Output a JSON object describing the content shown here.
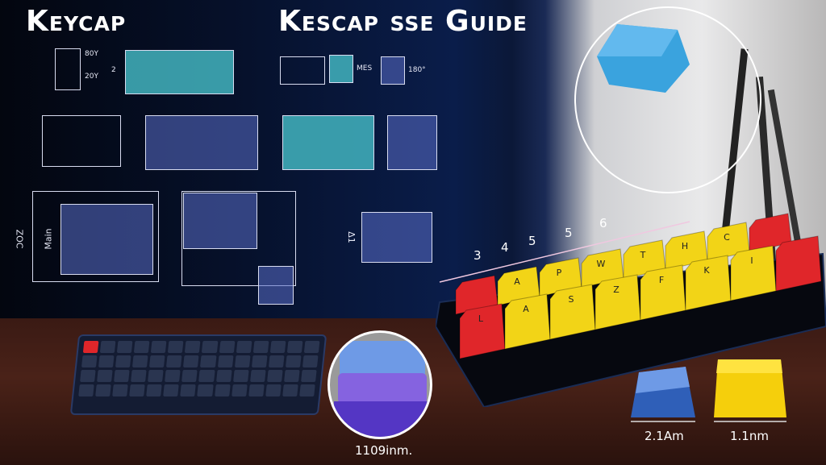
{
  "titles": {
    "left": "Keycap",
    "right": "Kescap sse Guide"
  },
  "blueprint_labels": {
    "a": "80Y",
    "b": "20Y",
    "c": "2",
    "d": "MES",
    "e": "180°",
    "f": "Main",
    "g": "ZOC",
    "h": "Δ1"
  },
  "scale_numbers": [
    "3",
    "4",
    "5",
    "5",
    "6"
  ],
  "measurements": {
    "zoom_circle": "1109inm.",
    "blue_keycap": "2.1Am",
    "yellow_keycap": "1.1nm"
  },
  "tray_keys": {
    "front_row": [
      "L",
      "A",
      "S",
      "Z",
      "F",
      "K",
      "I",
      ""
    ],
    "back_row": [
      "",
      "A",
      "P",
      "W",
      "T",
      "H",
      "C",
      ""
    ]
  },
  "colors": {
    "yellow": "#f2d417",
    "red": "#e0262a",
    "blue": "#4d86d8",
    "purple": "#6a4fd0"
  }
}
